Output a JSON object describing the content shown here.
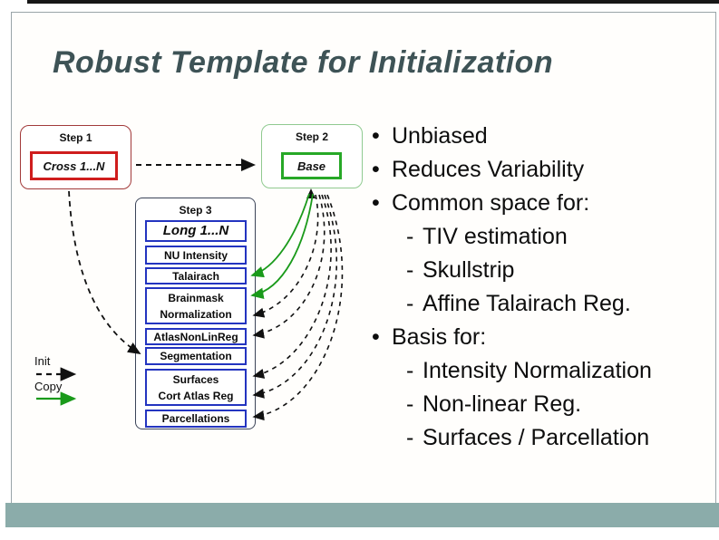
{
  "page": {
    "top_line_color": "#171717",
    "frame_border_color": "#9aa4a8",
    "footer_bar_color": "#8bacaa"
  },
  "title": "Robust Template for Initialization",
  "diagram": {
    "step1": {
      "label": "Step 1",
      "box_text": "Cross 1...N",
      "outer_border": "#a23a3a",
      "inner_border": "#cf1d1d"
    },
    "step2": {
      "label": "Step 2",
      "box_text": "Base",
      "outer_border": "#90ca90",
      "inner_border": "#27a827"
    },
    "step3": {
      "label": "Step 3",
      "outer_border": "#3c4458",
      "cell_border": "#2334c0",
      "cells": [
        {
          "lines": [
            "Long 1...N"
          ]
        },
        {
          "lines": [
            "NU Intensity"
          ]
        },
        {
          "lines": [
            "Talairach"
          ]
        },
        {
          "lines": [
            "Brainmask",
            "Normalization"
          ]
        },
        {
          "lines": [
            "AtlasNonLinReg"
          ]
        },
        {
          "lines": [
            "Segmentation"
          ]
        },
        {
          "lines": [
            "Surfaces",
            "Cort Atlas Reg"
          ]
        },
        {
          "lines": [
            "Parcellations"
          ]
        }
      ]
    },
    "legend": {
      "init_label": "Init",
      "copy_label": "Copy",
      "init_arrow_color": "#111111",
      "copy_arrow_color": "#1a9a1a"
    }
  },
  "bullets": [
    {
      "prefix": "•",
      "text": "Unbiased",
      "level": 1
    },
    {
      "prefix": "•",
      "text": "Reduces Variability",
      "level": 1
    },
    {
      "prefix": "•",
      "text": "Common space for:",
      "level": 1
    },
    {
      "prefix": "-",
      "text": "TIV estimation",
      "level": 2
    },
    {
      "prefix": "-",
      "text": "Skullstrip",
      "level": 2
    },
    {
      "prefix": "-",
      "text": "Affine Talairach Reg.",
      "level": 2
    },
    {
      "prefix": "•",
      "text": "Basis for:",
      "level": 1
    },
    {
      "prefix": "-",
      "text": "Intensity Normalization",
      "level": 2
    },
    {
      "prefix": "-",
      "text": "Non-linear Reg.",
      "level": 2
    },
    {
      "prefix": "-",
      "text": "Surfaces / Parcellation",
      "level": 2
    }
  ]
}
